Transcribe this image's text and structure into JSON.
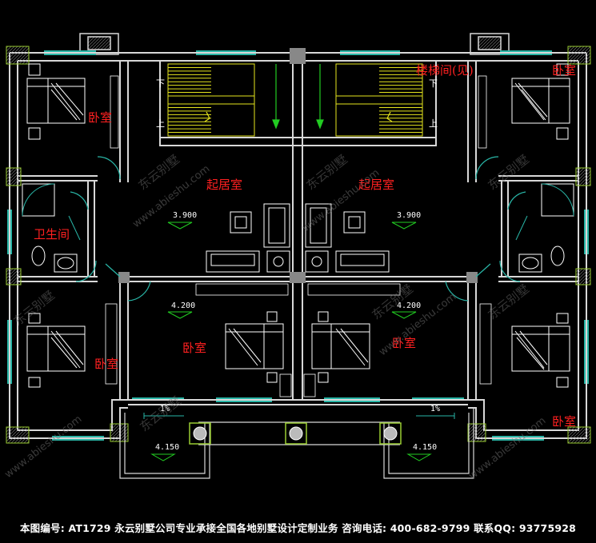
{
  "colors": {
    "background": "#000000",
    "wall": "#d8d8d8",
    "stair": "#e6e61e",
    "window": "#29b6a7",
    "label": "#ff2020",
    "furniture": "#ffffff",
    "arrow": "#22cc22",
    "column": "#9acd32"
  },
  "rooms": {
    "stairwell_label": "楼梯间(见)",
    "left_top_bedroom": "卧室",
    "right_top_bedroom": "卧室",
    "left_living": "起居室",
    "right_living": "起居室",
    "bathroom": "卫生间",
    "left_bottom_bedroom": "卧室",
    "center_left_bedroom": "卧室",
    "center_right_bedroom": "卧室",
    "right_bottom_bedroom": "卧室"
  },
  "levels": {
    "left_living": "3.900",
    "right_living": "3.900",
    "left_bedroom": "4.200",
    "right_bedroom": "4.200",
    "left_balcony": "4.150",
    "right_balcony": "4.150"
  },
  "slopes": {
    "left": "1%",
    "right": "1%"
  },
  "stairs": {
    "down": "下",
    "up": "上"
  },
  "watermark": {
    "url": "www.abieshu.com",
    "brand": "东云别墅"
  },
  "footer": {
    "text": "本图编号: AT1729 永云别墅公司专业承接全国各地别墅设计定制业务 咨询电话: 400-682-9799 联系QQ: 93775928"
  }
}
